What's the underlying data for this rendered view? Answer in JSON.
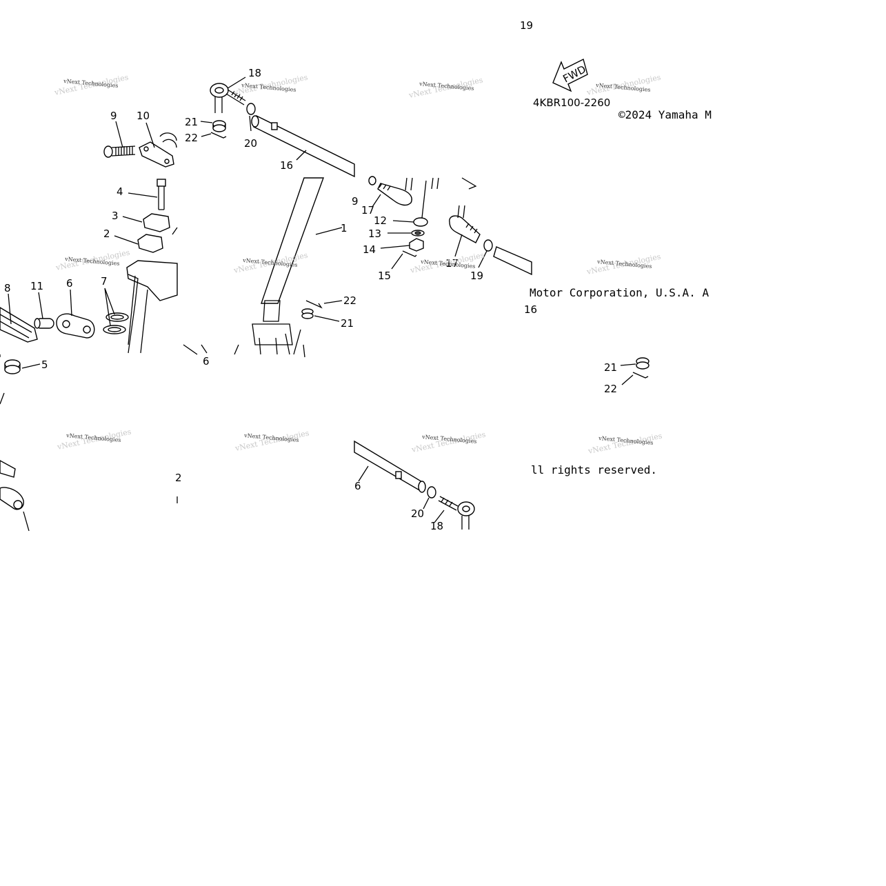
{
  "diagram": {
    "code": "4KBR100-2260",
    "fwd_label": "FWD",
    "copyright_a": "©2024 Yamaha M",
    "copyright_b": "Motor Corporation, U.S.A. A",
    "copyright_c": "ll rights reserved.",
    "watermark_a": "vNext Technologies",
    "watermark_b": "vNext Technologies",
    "callouts": {
      "c1": "1",
      "c2": "2",
      "c3": "3",
      "c4": "4",
      "c5": "5",
      "c6": "6",
      "c7": "7",
      "c8": "8",
      "c9": "9",
      "c10": "10",
      "c11": "11",
      "c12": "12",
      "c13": "13",
      "c14": "14",
      "c15": "15",
      "c16": "16",
      "c17": "17",
      "c18": "18",
      "c19": "19",
      "c20": "20",
      "c21": "21",
      "c22": "22",
      "frag_19": "19",
      "frag_16": "16",
      "frag_9": "9",
      "frag_22": "22",
      "frag_2": "2"
    }
  }
}
